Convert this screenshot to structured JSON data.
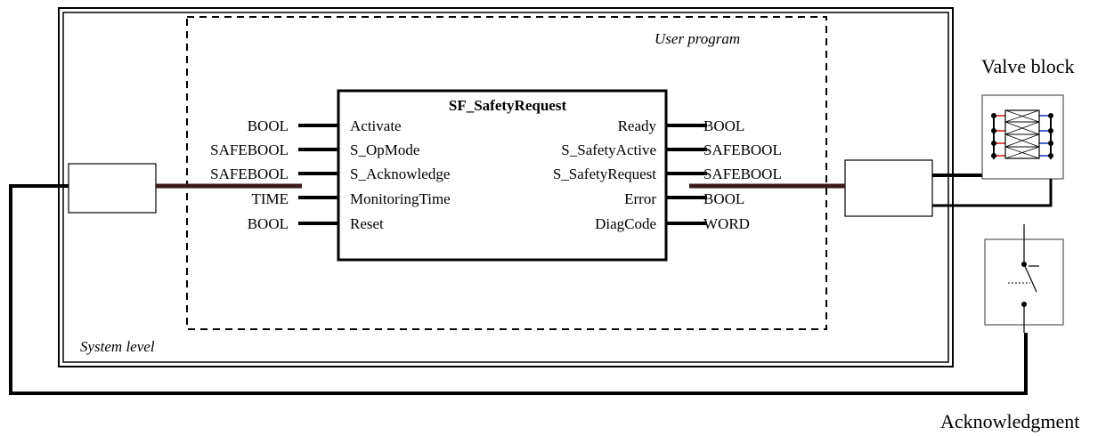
{
  "labels": {
    "user_program": "User program",
    "system_level": "System level",
    "valve_block": "Valve block",
    "acknowledgment": "Acknowledgment"
  },
  "block": {
    "title": "SF_SafetyRequest",
    "inputs": [
      {
        "type": "BOOL",
        "name": "Activate"
      },
      {
        "type": "SAFEBOOL",
        "name": "S_OpMode"
      },
      {
        "type": "SAFEBOOL",
        "name": "S_Acknowledge"
      },
      {
        "type": "TIME",
        "name": "MonitoringTime"
      },
      {
        "type": "BOOL",
        "name": "Reset"
      }
    ],
    "outputs": [
      {
        "name": "Ready",
        "type": "BOOL"
      },
      {
        "name": "S_SafetyActive",
        "type": "SAFEBOOL"
      },
      {
        "name": "S_SafetyRequest",
        "type": "SAFEBOOL"
      },
      {
        "name": "Error",
        "type": "BOOL"
      },
      {
        "name": "DiagCode",
        "type": "WORD"
      }
    ]
  },
  "colors": {
    "line": "#000000",
    "signal_wire": "#3a1a1a",
    "valve_red": "#d01010",
    "valve_blue": "#1030c0"
  }
}
